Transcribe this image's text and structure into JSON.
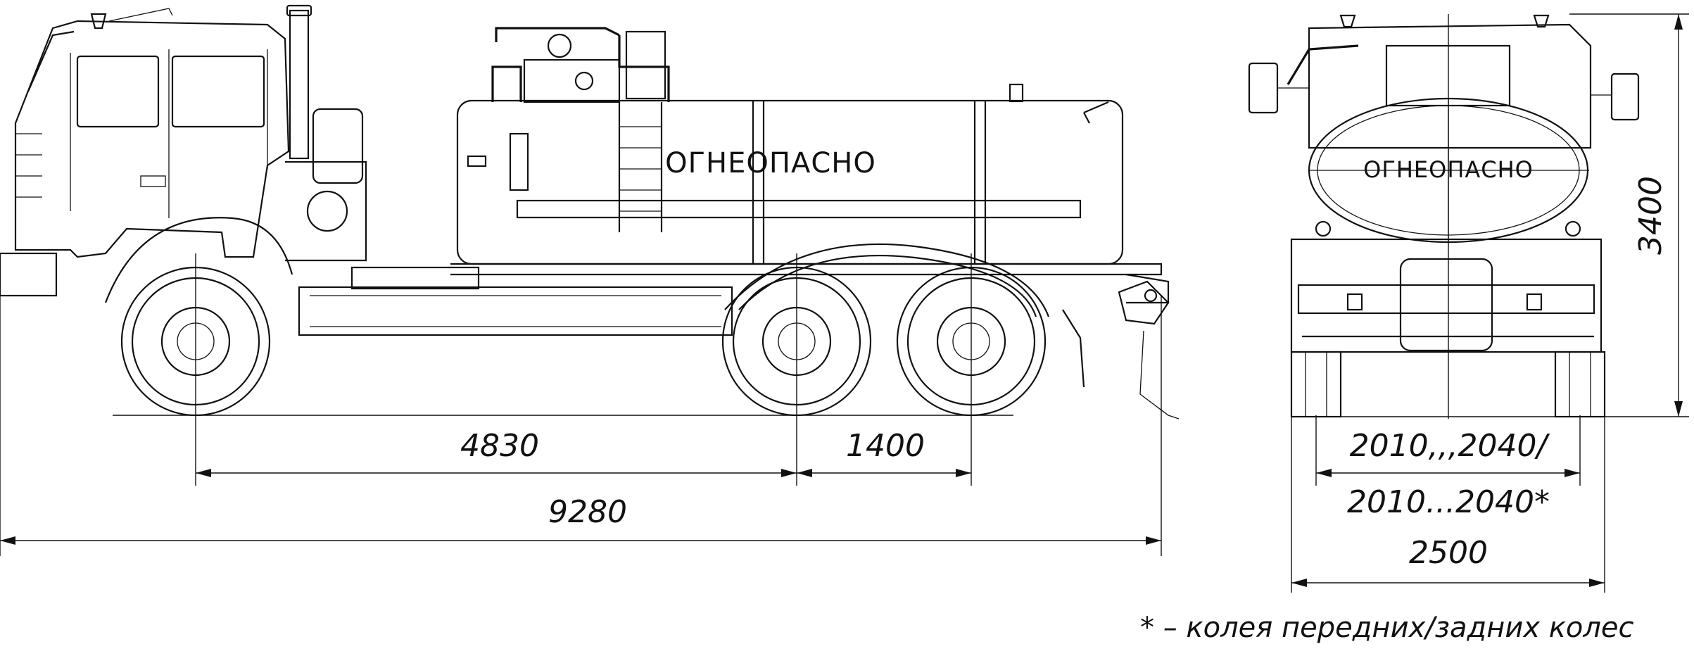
{
  "side_view": {
    "tank_label": "ОГНЕОПАСНО",
    "dim_wheelbase": "4830",
    "dim_bogie": "1400",
    "dim_overall_length": "9280"
  },
  "rear_view": {
    "tank_label": "ОГНЕОПАСНО",
    "dim_height": "3400",
    "dim_track_line1": "2010,,,2040/",
    "dim_track_line2": "2010...2040*",
    "dim_width": "2500"
  },
  "footnote": "* – колея передних/задних колес"
}
